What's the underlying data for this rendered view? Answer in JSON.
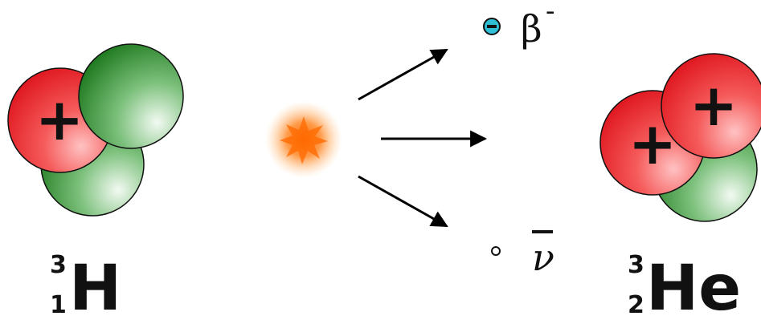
{
  "left_nucleus": {
    "proton_label": "+",
    "mass_number": "3",
    "atomic_number": "1",
    "symbol": "H"
  },
  "right_nucleus": {
    "proton_label": "+",
    "mass_number": "3",
    "atomic_number": "2",
    "symbol": "He"
  },
  "products": {
    "beta_symbol": "β",
    "beta_charge": "-",
    "electron_charge": "−",
    "antineutrino_symbol": "ν"
  },
  "colors": {
    "proton": "#e8202a",
    "proton_light": "#ffb3b3",
    "neutron": "#2a8a2a",
    "neutron_light": "#e6f5e6",
    "electron": "#2fc0d8",
    "flash": "#ff7a1a",
    "arrow": "#000000"
  },
  "icons": {
    "flash": "decay-flash-icon",
    "electron": "electron-icon",
    "antineutrino": "antineutrino-icon"
  }
}
